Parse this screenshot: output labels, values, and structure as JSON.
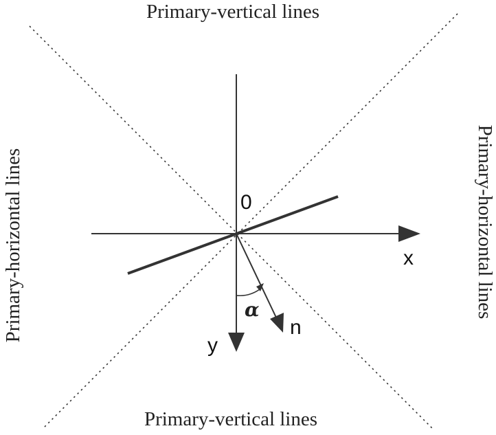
{
  "labels": {
    "top": "Primary-vertical lines",
    "bottom": "Primary-vertical lines",
    "left": "Primary-horizontal lines",
    "right": "Primary-horizontal lines",
    "origin": "0",
    "x_axis": "x",
    "y_axis": "y",
    "normal": "n",
    "angle": "α"
  },
  "colors": {
    "stroke": "#333333",
    "text": "#222222"
  }
}
